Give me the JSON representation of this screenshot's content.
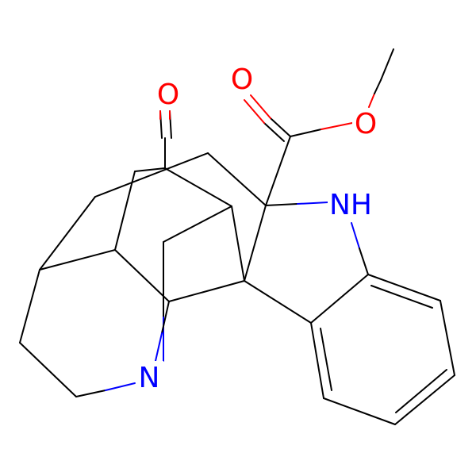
{
  "molecule": {
    "colors": {
      "carbon_bond": "#000000",
      "oxygen": "#ff0000",
      "nitrogen": "#0000ff",
      "background": "#ffffff"
    },
    "atoms": {
      "ketone_o": "O",
      "carbonyl_o": "O",
      "ester_o": "O",
      "amine_nh": "NH",
      "tertiary_n": "N"
    }
  }
}
